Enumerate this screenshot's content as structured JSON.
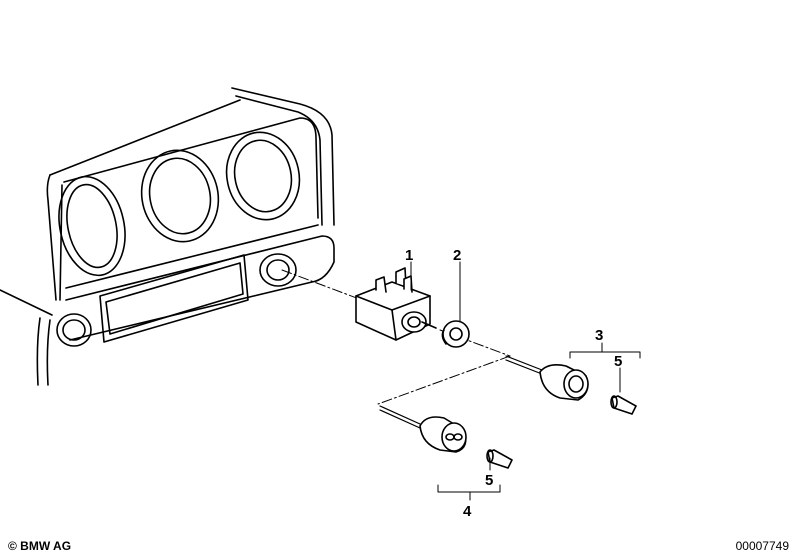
{
  "callouts": {
    "c1": "1",
    "c2": "2",
    "c3": "3",
    "c4": "4",
    "c5a": "5",
    "c5b": "5"
  },
  "footer": {
    "copyright": "© BMW AG",
    "doc_number": "00007749"
  }
}
